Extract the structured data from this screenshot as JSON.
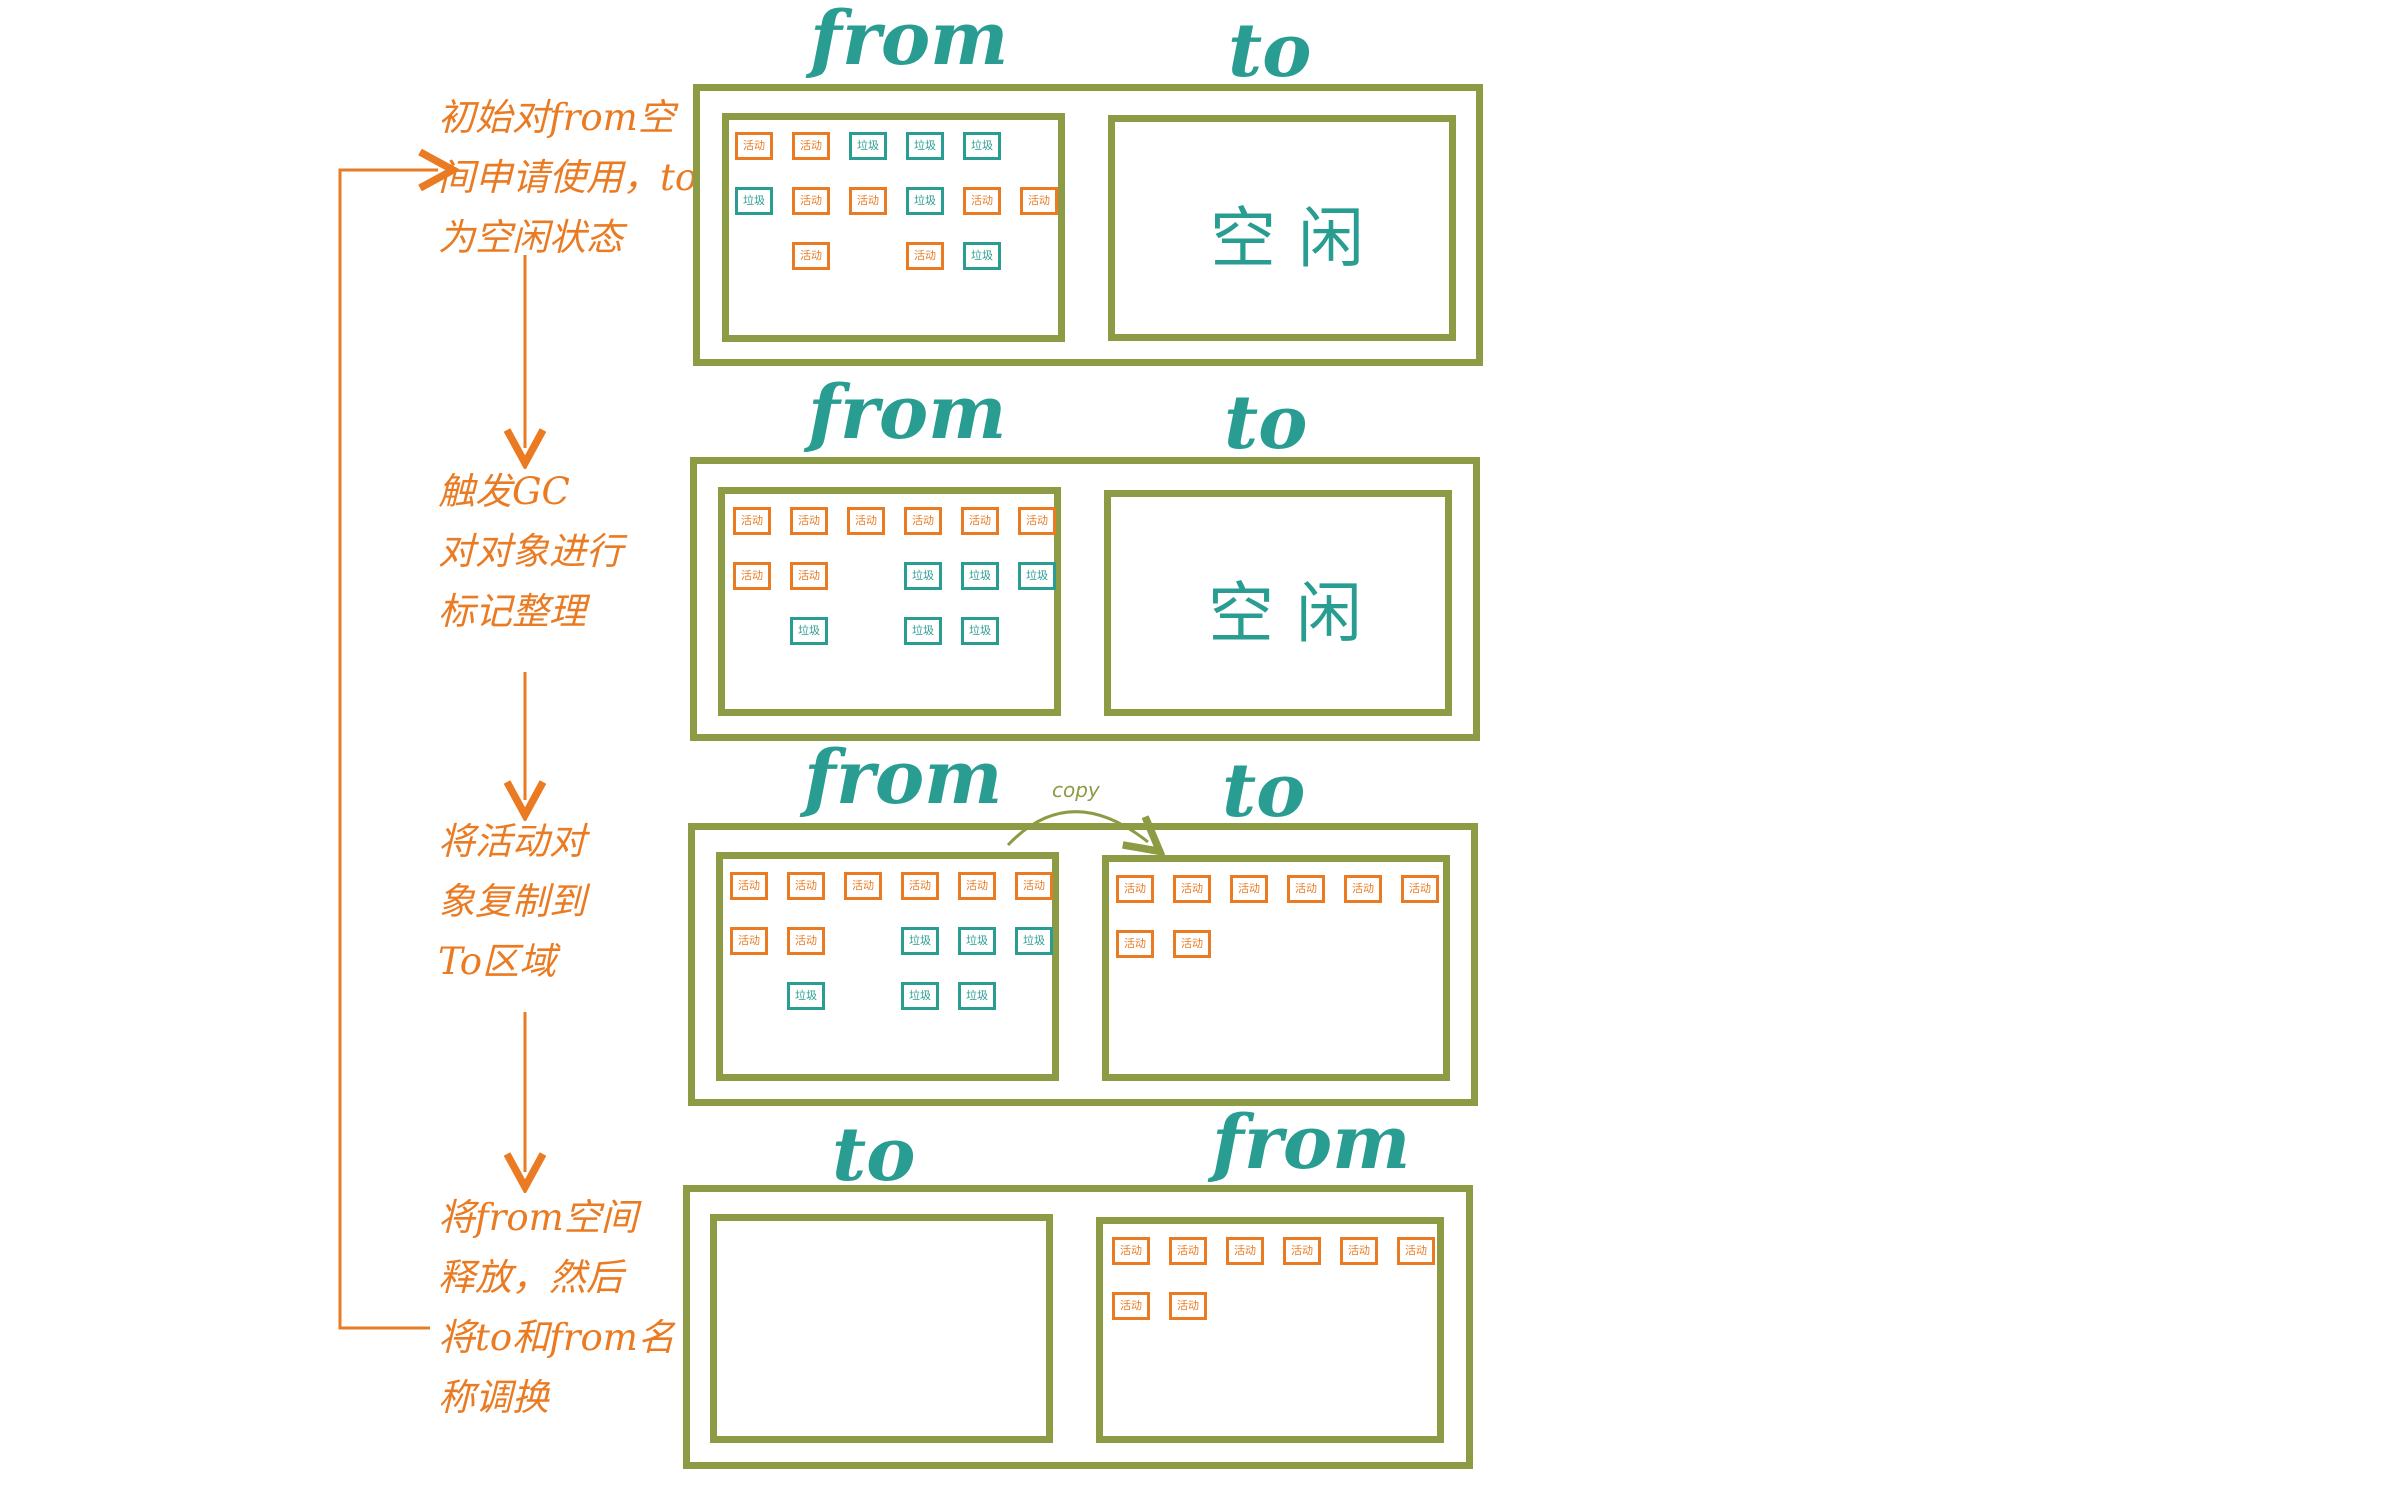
{
  "labels": {
    "from": "from",
    "to": "to",
    "idle": "空闲",
    "copy": "copy",
    "live": "活动",
    "garbage": "垃圾"
  },
  "steps": [
    {
      "id": "step-1",
      "lines": [
        "初始对from空",
        "间申请使用，to",
        "为空闲状态"
      ]
    },
    {
      "id": "step-2",
      "lines": [
        "触发GC",
        "对对象进行",
        "标记整理"
      ]
    },
    {
      "id": "step-3",
      "lines": [
        "将活动对",
        "象复制到",
        "To区域"
      ]
    },
    {
      "id": "step-4",
      "lines": [
        "将from空间",
        "释放，然后",
        "将to和from名",
        "称调换"
      ]
    }
  ],
  "colors": {
    "box": "#8e9b45",
    "live": "#ea7b22",
    "garbage": "#2a9d93",
    "heading": "#2a9d93",
    "step_text": "#ea7b22",
    "arrows": "#ea7b22"
  },
  "stages": [
    {
      "left_label": "from",
      "right_label": "to",
      "right_idle": true,
      "left_objects": [
        [
          "live",
          "live",
          "garbage",
          "garbage",
          "garbage"
        ],
        [
          "garbage",
          "live",
          "live",
          "garbage",
          "live",
          "live"
        ],
        [
          "",
          "live",
          "",
          "live",
          "garbage"
        ]
      ],
      "right_objects": []
    },
    {
      "left_label": "from",
      "right_label": "to",
      "right_idle": true,
      "left_objects": [
        [
          "live",
          "live",
          "live",
          "live",
          "live",
          "live"
        ],
        [
          "live",
          "live",
          "",
          "garbage",
          "garbage",
          "garbage"
        ],
        [
          "",
          "garbage",
          "",
          "garbage",
          "garbage"
        ]
      ],
      "right_objects": []
    },
    {
      "left_label": "from",
      "right_label": "to",
      "right_idle": false,
      "copy_arrow": true,
      "left_objects": [
        [
          "live",
          "live",
          "live",
          "live",
          "live",
          "live"
        ],
        [
          "live",
          "live",
          "",
          "garbage",
          "garbage",
          "garbage"
        ],
        [
          "",
          "garbage",
          "",
          "garbage",
          "garbage"
        ]
      ],
      "right_objects": [
        [
          "live",
          "live",
          "live",
          "live",
          "live",
          "live"
        ],
        [
          "live",
          "live"
        ]
      ]
    },
    {
      "left_label": "to",
      "right_label": "from",
      "right_idle": false,
      "left_objects": [],
      "right_objects": [
        [
          "live",
          "live",
          "live",
          "live",
          "live",
          "live"
        ],
        [
          "live",
          "live"
        ]
      ]
    }
  ]
}
